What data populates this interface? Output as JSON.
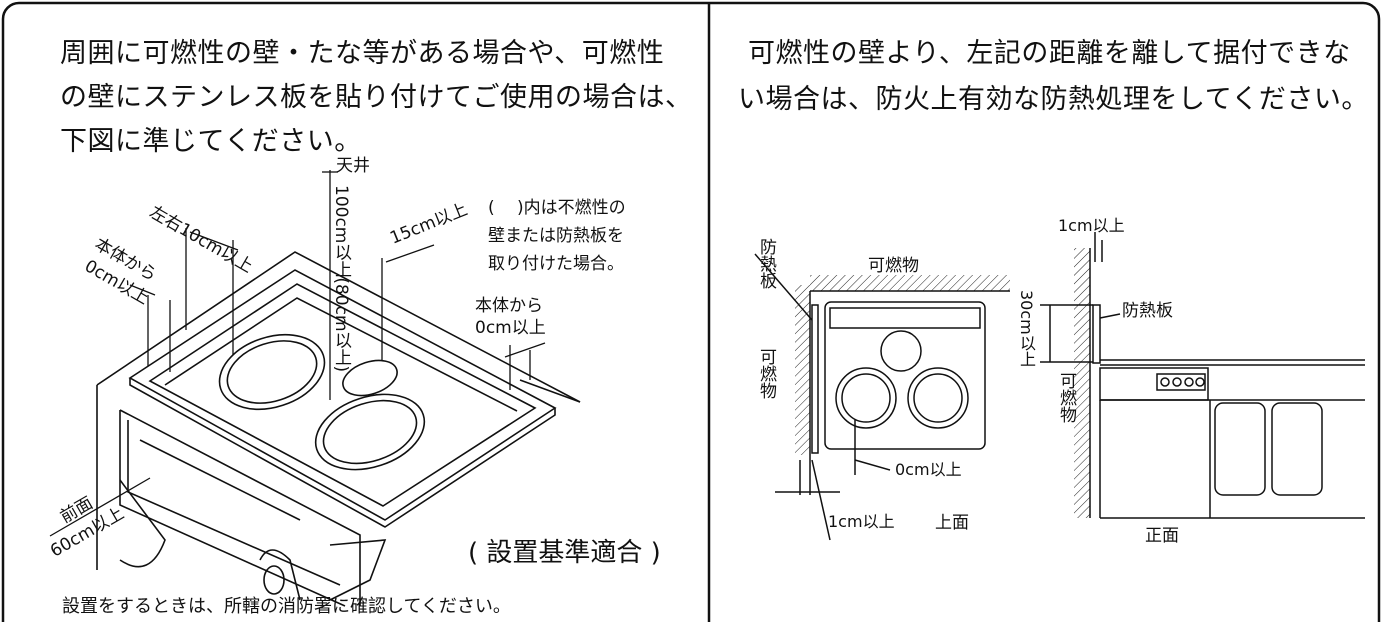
{
  "left_panel": {
    "heading_line1": "周囲に可燃性の壁・たな等がある場合や、可燃性",
    "heading_line2": "の壁にステンレス板を貼り付けてご使用の場合は、",
    "heading_line3": "下図に準じてください。",
    "label_ceiling": "天井",
    "label_ceiling_clearance": "100cm以上(80cm以上)",
    "label_left_right": "左右10cm以上",
    "label_body_left_line1": "本体から",
    "label_body_left_line2": "0cm以上",
    "label_back": "15cm以上",
    "note_line1": "(　 )内は不燃性の",
    "note_line2": "壁または防熱板を",
    "note_line3": "取り付けた場合。",
    "label_body_right_line1": "本体から",
    "label_body_right_line2": "0cm以上",
    "label_front_line1": "前面",
    "label_front_line2": "60cm以上",
    "compliance": "( 設置基準適合 )",
    "footer": "設置をするときは、所轄の消防署に確認してください。"
  },
  "right_panel": {
    "heading_line1": "可燃性の壁より、左記の距離を離して据付できな",
    "heading_line2": "い場合は、防火上有効な防熱処理をしてください。",
    "top_view": {
      "label_heat_shield": "防熱板",
      "label_combustible_top": "可燃物",
      "label_combustible_side": "可燃物",
      "label_zero": "0cm以上",
      "label_one": "1cm以上",
      "caption": "上面"
    },
    "front_view": {
      "label_one": "1cm以上",
      "label_thirty": "30cm以上",
      "label_heat_shield": "防熱板",
      "label_combustible": "可燃物",
      "caption": "正面"
    }
  }
}
